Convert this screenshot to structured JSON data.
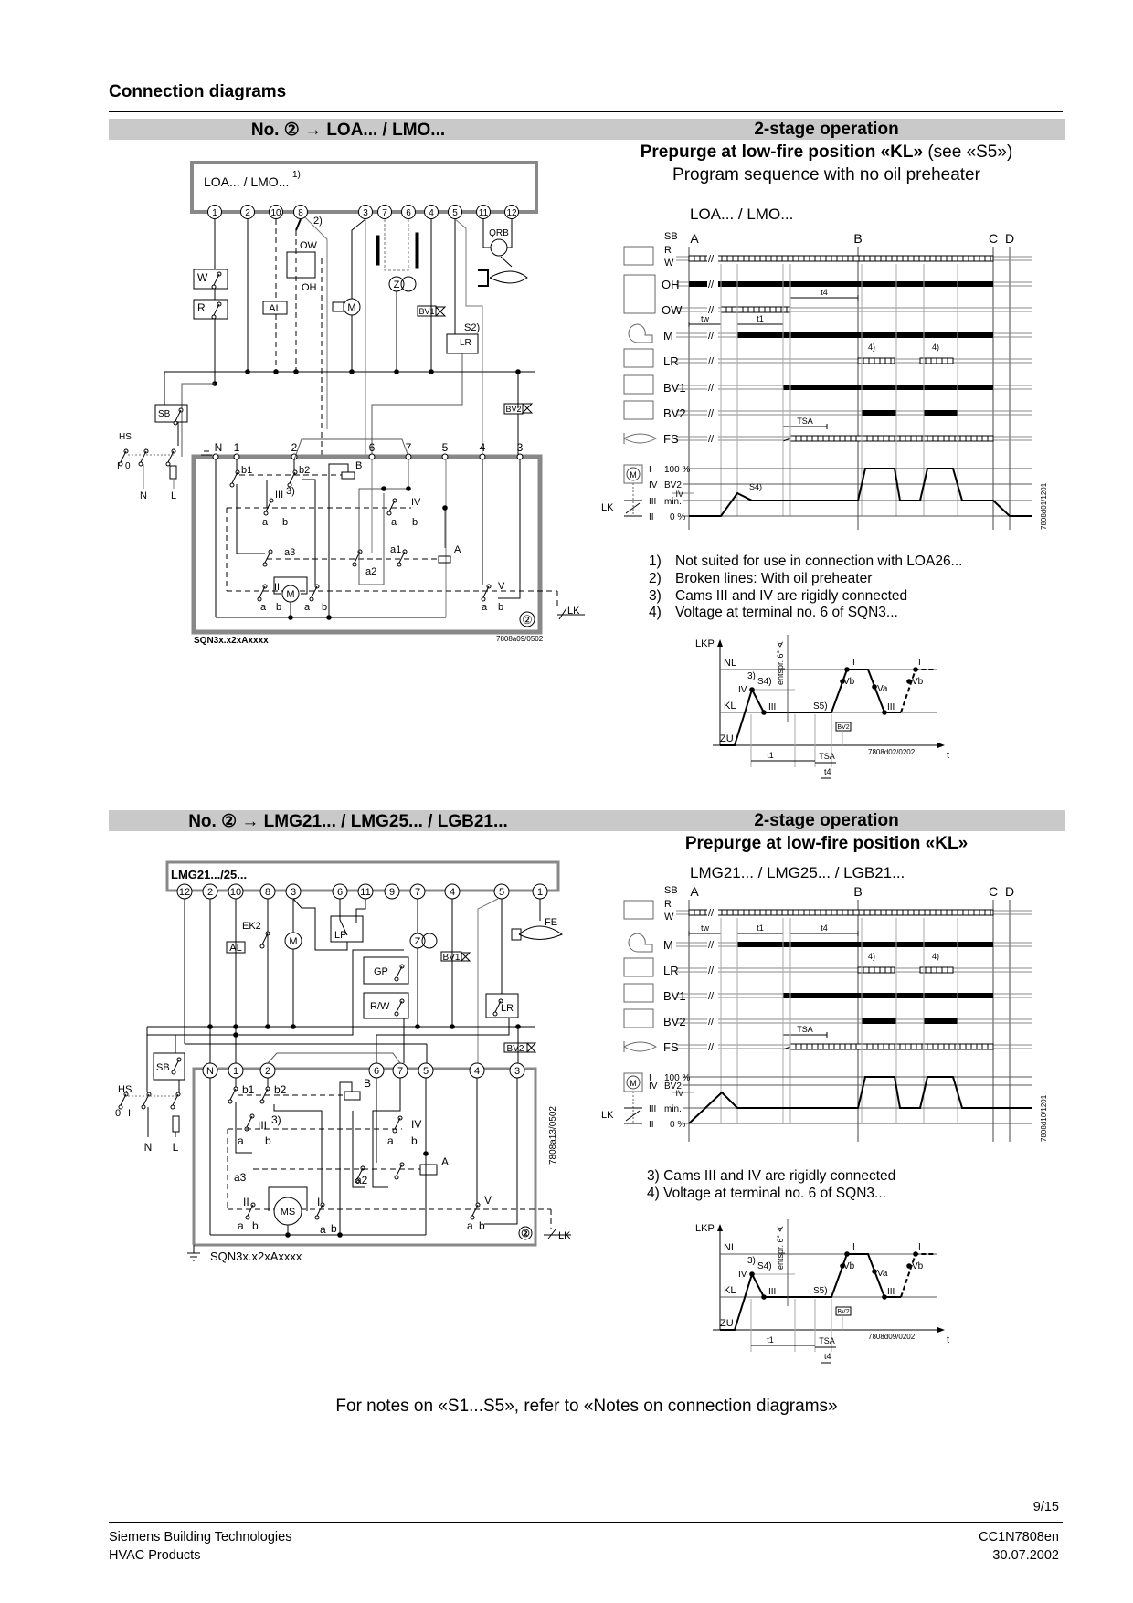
{
  "page": {
    "section_title": "Connection diagrams",
    "bottom_note": "For notes on «S1...S5», refer to «Notes on connection diagrams»",
    "page_number": "9/15",
    "footer_company": "Siemens Building Technologies",
    "footer_division": "HVAC Products",
    "footer_doc_id": "CC1N7808en",
    "footer_date": "30.07.2002"
  },
  "section1": {
    "bar_left": "No. ② → LOA... / LMO...",
    "bar_right": "2-stage operation",
    "subtitle_bold": "Prepurge at low-fire position «KL»",
    "subtitle_normal": " (see «S5»)",
    "subtitle2": "Program sequence with no oil preheater",
    "notes": [
      {
        "num": "1)",
        "text": "Not suited for use in connection with LOA26..."
      },
      {
        "num": "2)",
        "text": "Broken lines: With oil preheater"
      },
      {
        "num": "3)",
        "text": "Cams III and IV are rigidly connected"
      },
      {
        "num": "4)",
        "text": "Voltage at terminal no. 6 of SQN3..."
      }
    ],
    "wiring": {
      "device": "LOA... / LMO...",
      "device_note": "1)",
      "terminals": [
        "1",
        "2",
        "10",
        "8",
        "3",
        "7",
        "6",
        "4",
        "5",
        "11",
        "12"
      ],
      "labels": {
        "W": "W",
        "R": "R",
        "AL": "AL",
        "OW": "OW",
        "OH": "OH",
        "n2": "2)",
        "M": "M",
        "Z": "Z",
        "BV1": "BV1",
        "S2": "S2)",
        "LR": "LR",
        "QRB": "QRB",
        "SB": "SB",
        "BV2": "BV2",
        "HS": "HS",
        "I": "I",
        "O": "0",
        "N": "N",
        "L": "L"
      },
      "lower_terminals": [
        "N",
        "1",
        "2",
        "6",
        "7",
        "5",
        "4",
        "3"
      ],
      "lower_labels": {
        "b1": "b1",
        "b2": "b2",
        "B": "B",
        "III": "III",
        "n3": "3)",
        "a1x": "a",
        "b1x": "b",
        "IV": "IV",
        "a2x": "a",
        "b2x": "b",
        "a3": "a3",
        "a1": "a1",
        "a2": "a2",
        "A": "A",
        "II": "II",
        "I": "I",
        "a3x": "a",
        "b3x": "b",
        "a4x": "a",
        "b4x": "b",
        "V": "V",
        "a5x": "a",
        "b5x": "b",
        "M": "M",
        "LK": "LK",
        "num": "②"
      },
      "model": "SQN3x.x2xAxxxx",
      "code": "7808a09/0502"
    },
    "timing": {
      "title": "LOA... / LMO...",
      "rows": {
        "SB": "SB",
        "R": "R",
        "W": "W",
        "OH": "OH",
        "OW": "OW",
        "M": "M",
        "LR": "LR",
        "BV1": "BV1",
        "BV2": "BV2",
        "FS": "FS"
      },
      "marks": {
        "A": "A",
        "B": "B",
        "C": "C",
        "D": "D"
      },
      "spans": {
        "tw": "tw",
        "t1": "t1",
        "t4": "t4",
        "TSA": "TSA"
      },
      "footnote": "4)",
      "annotation": "S4)",
      "levels": {
        "I": "I",
        "p100": "100 %",
        "IVr": "IV",
        "BV2": "BV2",
        "IVs": "IV",
        "III": "III",
        "min": "min.",
        "II": "II",
        "p0": "0 %",
        "motor": "M"
      },
      "lk": "LK",
      "code": "7808d01/1201"
    },
    "lkp": {
      "y_axis": "LKP",
      "x_axis": "t",
      "NL": "NL",
      "KL": "KL",
      "ZU": "ZU",
      "IV": "IV",
      "n3": "3)",
      "S4": "S4)",
      "III": "III",
      "S5": "S5)",
      "I1": "I",
      "Vb1": "Vb",
      "Va": "Va",
      "III2": "III",
      "Vb2": "Vb",
      "I2": "I",
      "angle": "entspr. 6° ∢",
      "t1": "t1",
      "TSA": "TSA",
      "t4": "t4",
      "BV2": "BV2",
      "code": "7808d02/0202"
    }
  },
  "section2": {
    "bar_left": "No. ② → LMG21... / LMG25... / LGB21...",
    "bar_right": "2-stage operation",
    "subtitle_bold": "Prepurge at low-fire position «KL»",
    "notes": [
      {
        "num": "3)",
        "text": "Cams III and IV are rigidly connected"
      },
      {
        "num": "4)",
        "text": "Voltage at terminal no. 6 of SQN3..."
      }
    ],
    "wiring": {
      "device": "LMG21.../25...",
      "terminals": [
        "12",
        "2",
        "10",
        "8",
        "3",
        "6",
        "11",
        "9",
        "7",
        "4",
        "5",
        "1"
      ],
      "labels": {
        "AL": "AL",
        "EK2": "EK2",
        "M": "M",
        "LP": "LP",
        "GP": "GP",
        "RW": "R/W",
        "Z": "Z",
        "BV1": "BV1",
        "FE": "FE",
        "LR": "LR",
        "BV2": "BV2",
        "SB": "SB",
        "HS": "HS",
        "O": "0",
        "I": "I",
        "N": "N",
        "L": "L"
      },
      "lower_terminals": [
        "N",
        "1",
        "2",
        "6",
        "7",
        "5",
        "4",
        "3"
      ],
      "lower_labels": {
        "b1": "b1",
        "b2": "b2",
        "B": "B",
        "III": "III",
        "n3": "3)",
        "a1x": "a",
        "b1x": "b",
        "IV": "IV",
        "a2x": "a",
        "b2x": "b",
        "a3": "a3",
        "a2": "a2",
        "A": "A",
        "II": "II",
        "I": "I",
        "a3x": "a",
        "b3x": "b",
        "a4x": "a",
        "b4x": "b",
        "V": "V",
        "a5x": "a",
        "b5x": "b",
        "MS": "MS",
        "LK": "LK",
        "num": "②"
      },
      "model": "SQN3x.x2xAxxxx",
      "code": "7808a13/0502"
    },
    "timing": {
      "title": "LMG21... / LMG25... / LGB21...",
      "rows": {
        "SB": "SB",
        "R": "R",
        "W": "W",
        "M": "M",
        "LR": "LR",
        "BV1": "BV1",
        "BV2": "BV2",
        "FS": "FS"
      },
      "marks": {
        "A": "A",
        "B": "B",
        "C": "C",
        "D": "D"
      },
      "spans": {
        "tw": "tw",
        "t1": "t1",
        "t4": "t4",
        "TSA": "TSA"
      },
      "footnote": "4)",
      "levels": {
        "I": "I",
        "p100": "100 %",
        "IVr": "IV",
        "BV2": "BV2",
        "IVs": "IV",
        "III": "III",
        "min": "min.",
        "II": "II",
        "p0": "0 %",
        "motor": "M"
      },
      "lk": "LK",
      "code": "7808d10/1201"
    },
    "lkp": {
      "y_axis": "LKP",
      "x_axis": "t",
      "NL": "NL",
      "KL": "KL",
      "ZU": "ZU",
      "IV": "IV",
      "n3": "3)",
      "S4": "S4)",
      "III": "III",
      "S5": "S5)",
      "I1": "I",
      "Vb1": "Vb",
      "Va": "Va",
      "III2": "III",
      "Vb2": "Vb",
      "I2": "I",
      "angle": "entspr. 6° ∢",
      "t1": "t1",
      "TSA": "TSA",
      "t4": "t4",
      "BV2": "BV2",
      "code": "7808d09/0202"
    }
  }
}
